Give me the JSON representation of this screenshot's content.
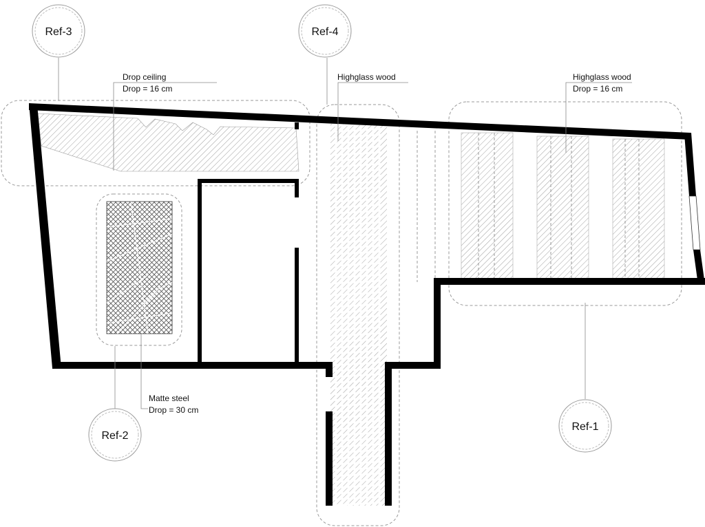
{
  "drawing": {
    "refs": [
      {
        "id": "ref-3",
        "label": "Ref-3"
      },
      {
        "id": "ref-4",
        "label": "Ref-4"
      },
      {
        "id": "ref-2",
        "label": "Ref-2"
      },
      {
        "id": "ref-1",
        "label": "Ref-1"
      }
    ],
    "annotations": {
      "drop_ceiling": {
        "title": "Drop ceiling",
        "detail": "Drop = 16 cm"
      },
      "highglass_corridor": {
        "title": "Highglass wood"
      },
      "highglass_right": {
        "title": "Highglass wood",
        "detail": "Drop = 16 cm"
      },
      "matte_steel": {
        "title": "Matte steel",
        "detail": "Drop = 30 cm"
      }
    }
  }
}
